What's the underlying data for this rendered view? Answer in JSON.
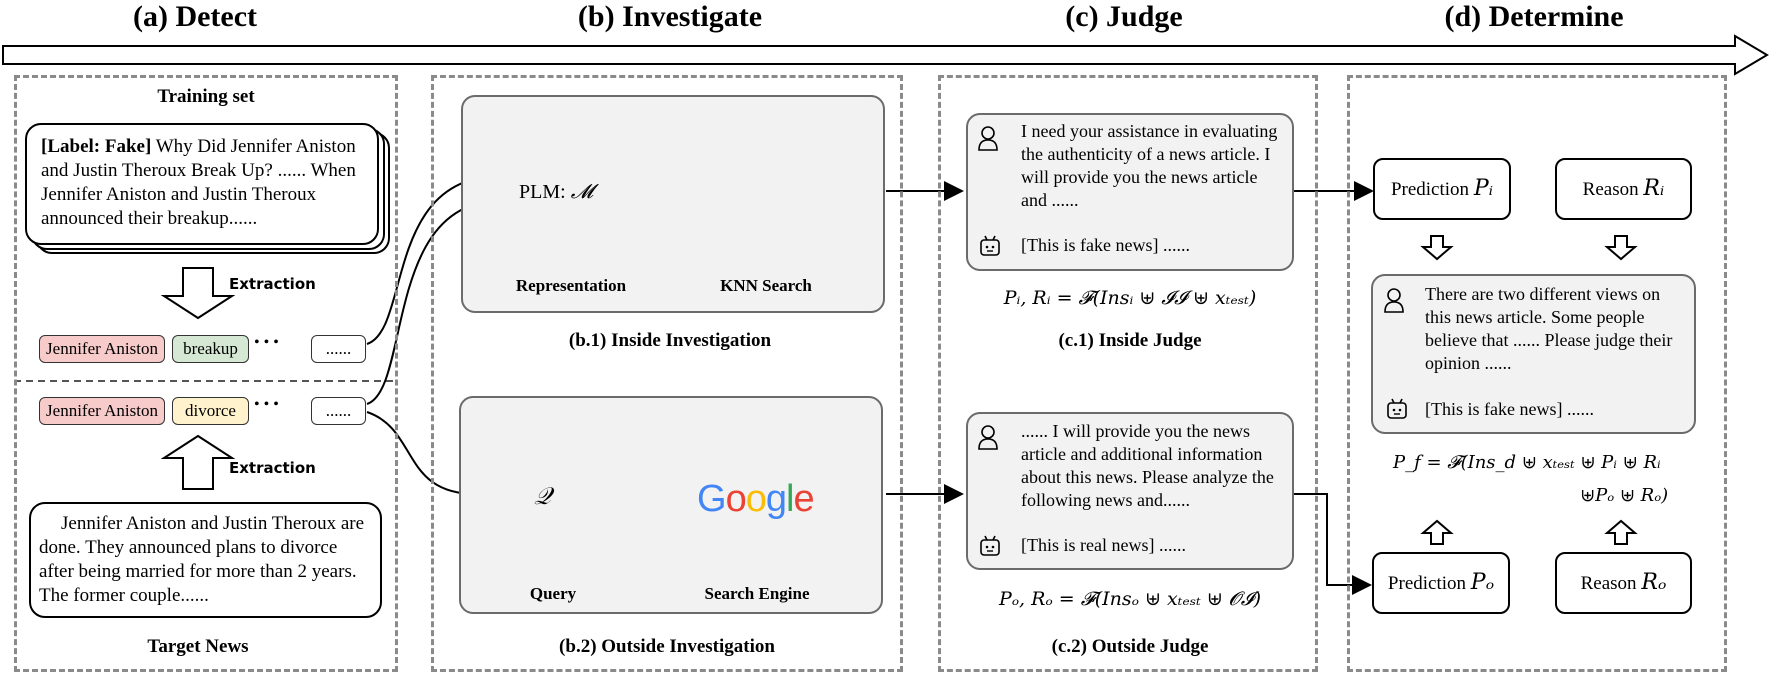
{
  "stages": [
    {
      "title": "(a) Detect"
    },
    {
      "title": "(b) Investigate"
    },
    {
      "title": "(c) Judge"
    },
    {
      "title": "(d) Determine"
    }
  ],
  "detect": {
    "training_set_label": "Training set",
    "training_label_tag": "[Label: Fake]",
    "training_text": " Why Did Jennifer Aniston and Justin Theroux Break Up? ...... When Jennifer Aniston and Justin Theroux announced their breakup......",
    "extraction_top": "Extraction",
    "extraction_bottom": "Extraction",
    "train_entities": [
      "Jennifer Aniston",
      "breakup"
    ],
    "target_entities": [
      "Jennifer Aniston",
      "divorce"
    ],
    "ellipsis_dots": "• • •",
    "ellipsis_box": "......",
    "target_text": "Jennifer Aniston and Justin Theroux are done.  They announced plans to divorce after being married for more than 2 years.  The former couple......",
    "target_news_label": "Target News",
    "entity_colors": {
      "person": "#f8cbcb",
      "train_event": "#d5e8d4",
      "target_event": "#fff2cc"
    }
  },
  "investigate": {
    "plm_label": "PLM:",
    "plm_symbol": "𝓜",
    "representation_label": "Representation",
    "knn_label": "KNN Search",
    "inside_caption": "(b.1) Inside Investigation",
    "query_symbol": "𝒬",
    "query_label": "Query",
    "search_label": "Search Engine",
    "google_text": "Google",
    "outside_caption": "(b.2) Outside Investigation"
  },
  "judge": {
    "inside_prompt": "I need your assistance in evaluating the authenticity of a news article. I will provide you the news article and ......",
    "inside_answer": "[This is fake news] ......",
    "inside_formula": "Pᵢ, Rᵢ = 𝓕(Insᵢ ⊎ 𝓘𝓘 ⊎ xₜₑₛₜ)",
    "inside_caption": "(c.1) Inside Judge",
    "outside_prompt": "...... I will provide you the news article and additional information about this news. Please analyze the following news and......",
    "outside_answer": "[This is real news] ......",
    "outside_formula": "Pₒ, Rₒ = 𝓕(Insₒ ⊎ xₜₑₛₜ ⊎ 𝓞𝓘)",
    "outside_caption": "(c.2) Outside Judge"
  },
  "determine": {
    "prediction_i": "Prediction",
    "prediction_i_sym": "Pᵢ",
    "reason_i": "Reason",
    "reason_i_sym": "Rᵢ",
    "prompt": "There are two different views on this news article. Some people believe that ...... Please judge their opinion ......",
    "answer": "[This is fake news] ......",
    "formula_line1": "P_f = 𝓕(Ins_d ⊎ xₜₑₛₜ ⊎ Pᵢ ⊎ Rᵢ",
    "formula_line2": "⊎Pₒ ⊎ Rₒ)",
    "prediction_o": "Prediction",
    "prediction_o_sym": "Pₒ",
    "reason_o": "Reason",
    "reason_o_sym": "Rₒ"
  }
}
